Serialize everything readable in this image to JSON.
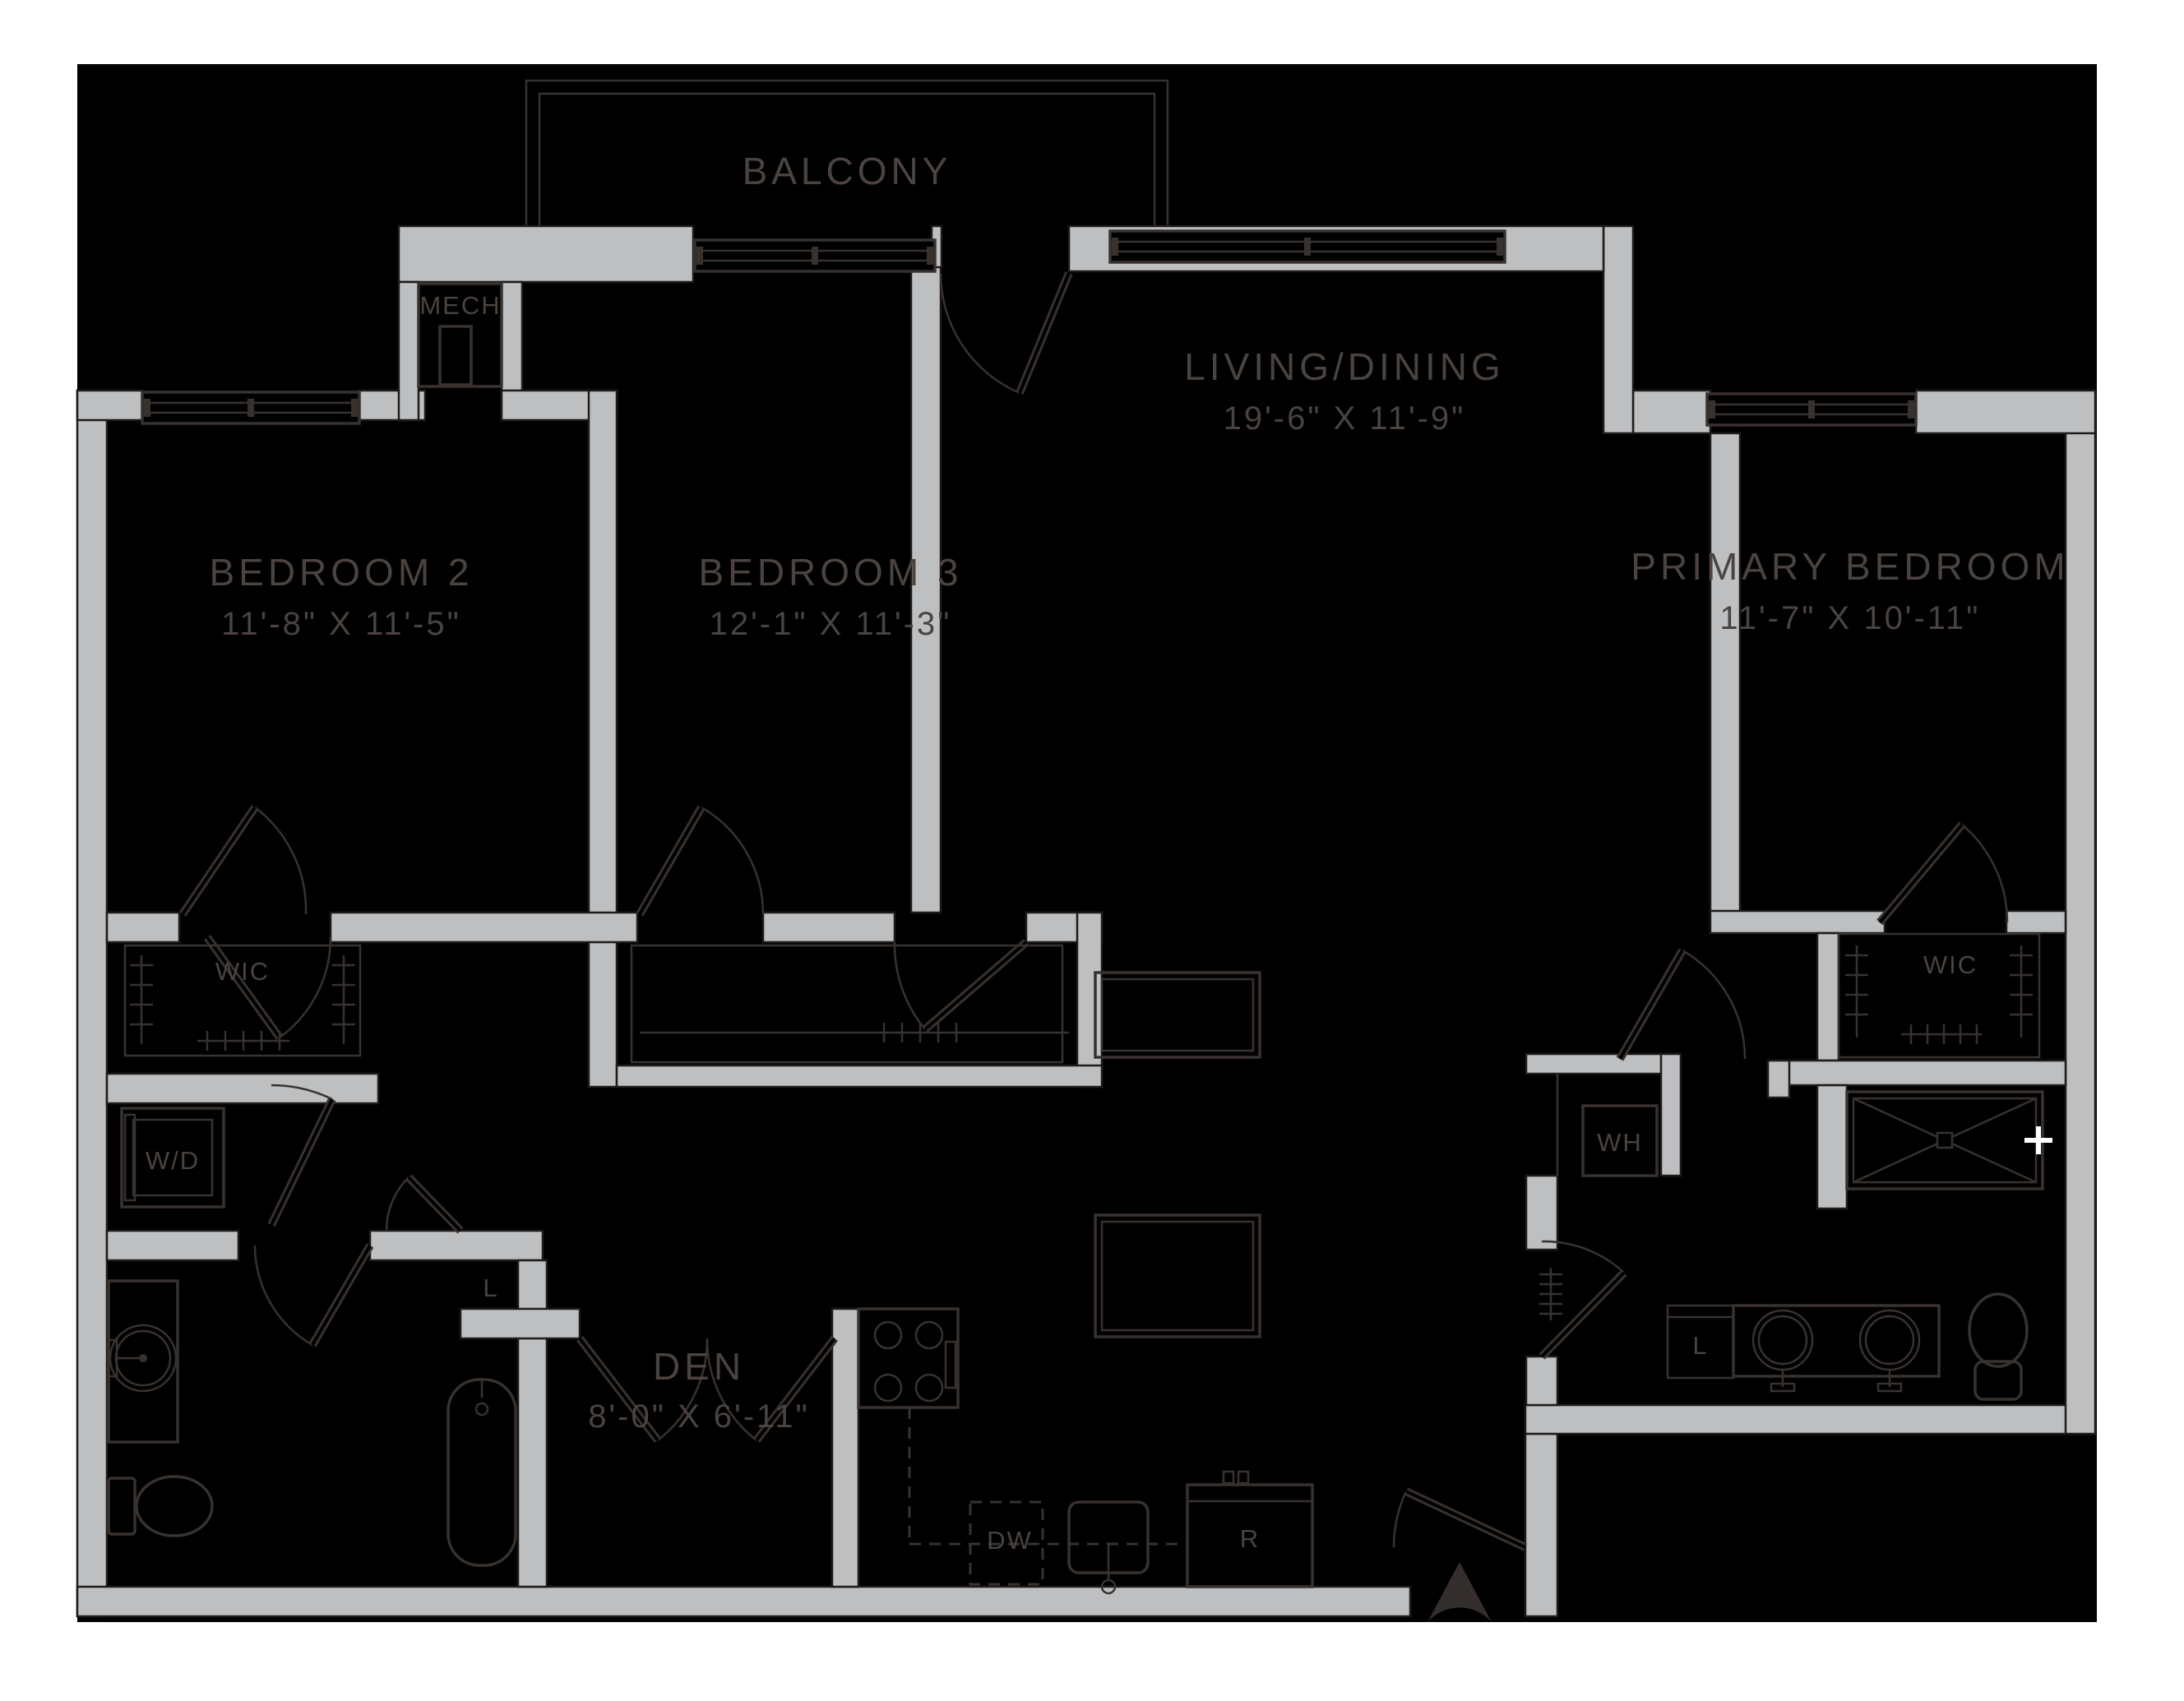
{
  "plan": {
    "balcony": {
      "label": "BALCONY"
    },
    "mech": {
      "label": "MECH"
    },
    "bedroom2": {
      "name": "BEDROOM 2",
      "dims": "11'-8\" X 11'-5\""
    },
    "bedroom3": {
      "name": "BEDROOM 3",
      "dims": "12'-1\" X 11'-3\""
    },
    "living": {
      "name": "LIVING/DINING",
      "dims": "19'-6\" X 11'-9\""
    },
    "primary": {
      "name": "PRIMARY BEDROOM",
      "dims": "11'-7\" X 10'-11\""
    },
    "den": {
      "name": "DEN",
      "dims": "8'-0\" X 6'-11\""
    },
    "wic_bedroom2": {
      "label": "WIC"
    },
    "wic_primary": {
      "label": "WIC"
    },
    "washer_dryer": {
      "label": "W/D"
    },
    "water_heater": {
      "label": "WH"
    },
    "linen_hall": {
      "label": "L"
    },
    "linen_primary": {
      "label": "L"
    },
    "dishwasher": {
      "label": "DW"
    },
    "refrigerator": {
      "label": "R"
    }
  },
  "colors": {
    "page_background": "#ffffff",
    "plan_background": "#000000",
    "wall_fill": "#bdbfc1",
    "line_color": "#38322f",
    "label_color": "#4a433f",
    "shower_marker": "#ffffff"
  }
}
